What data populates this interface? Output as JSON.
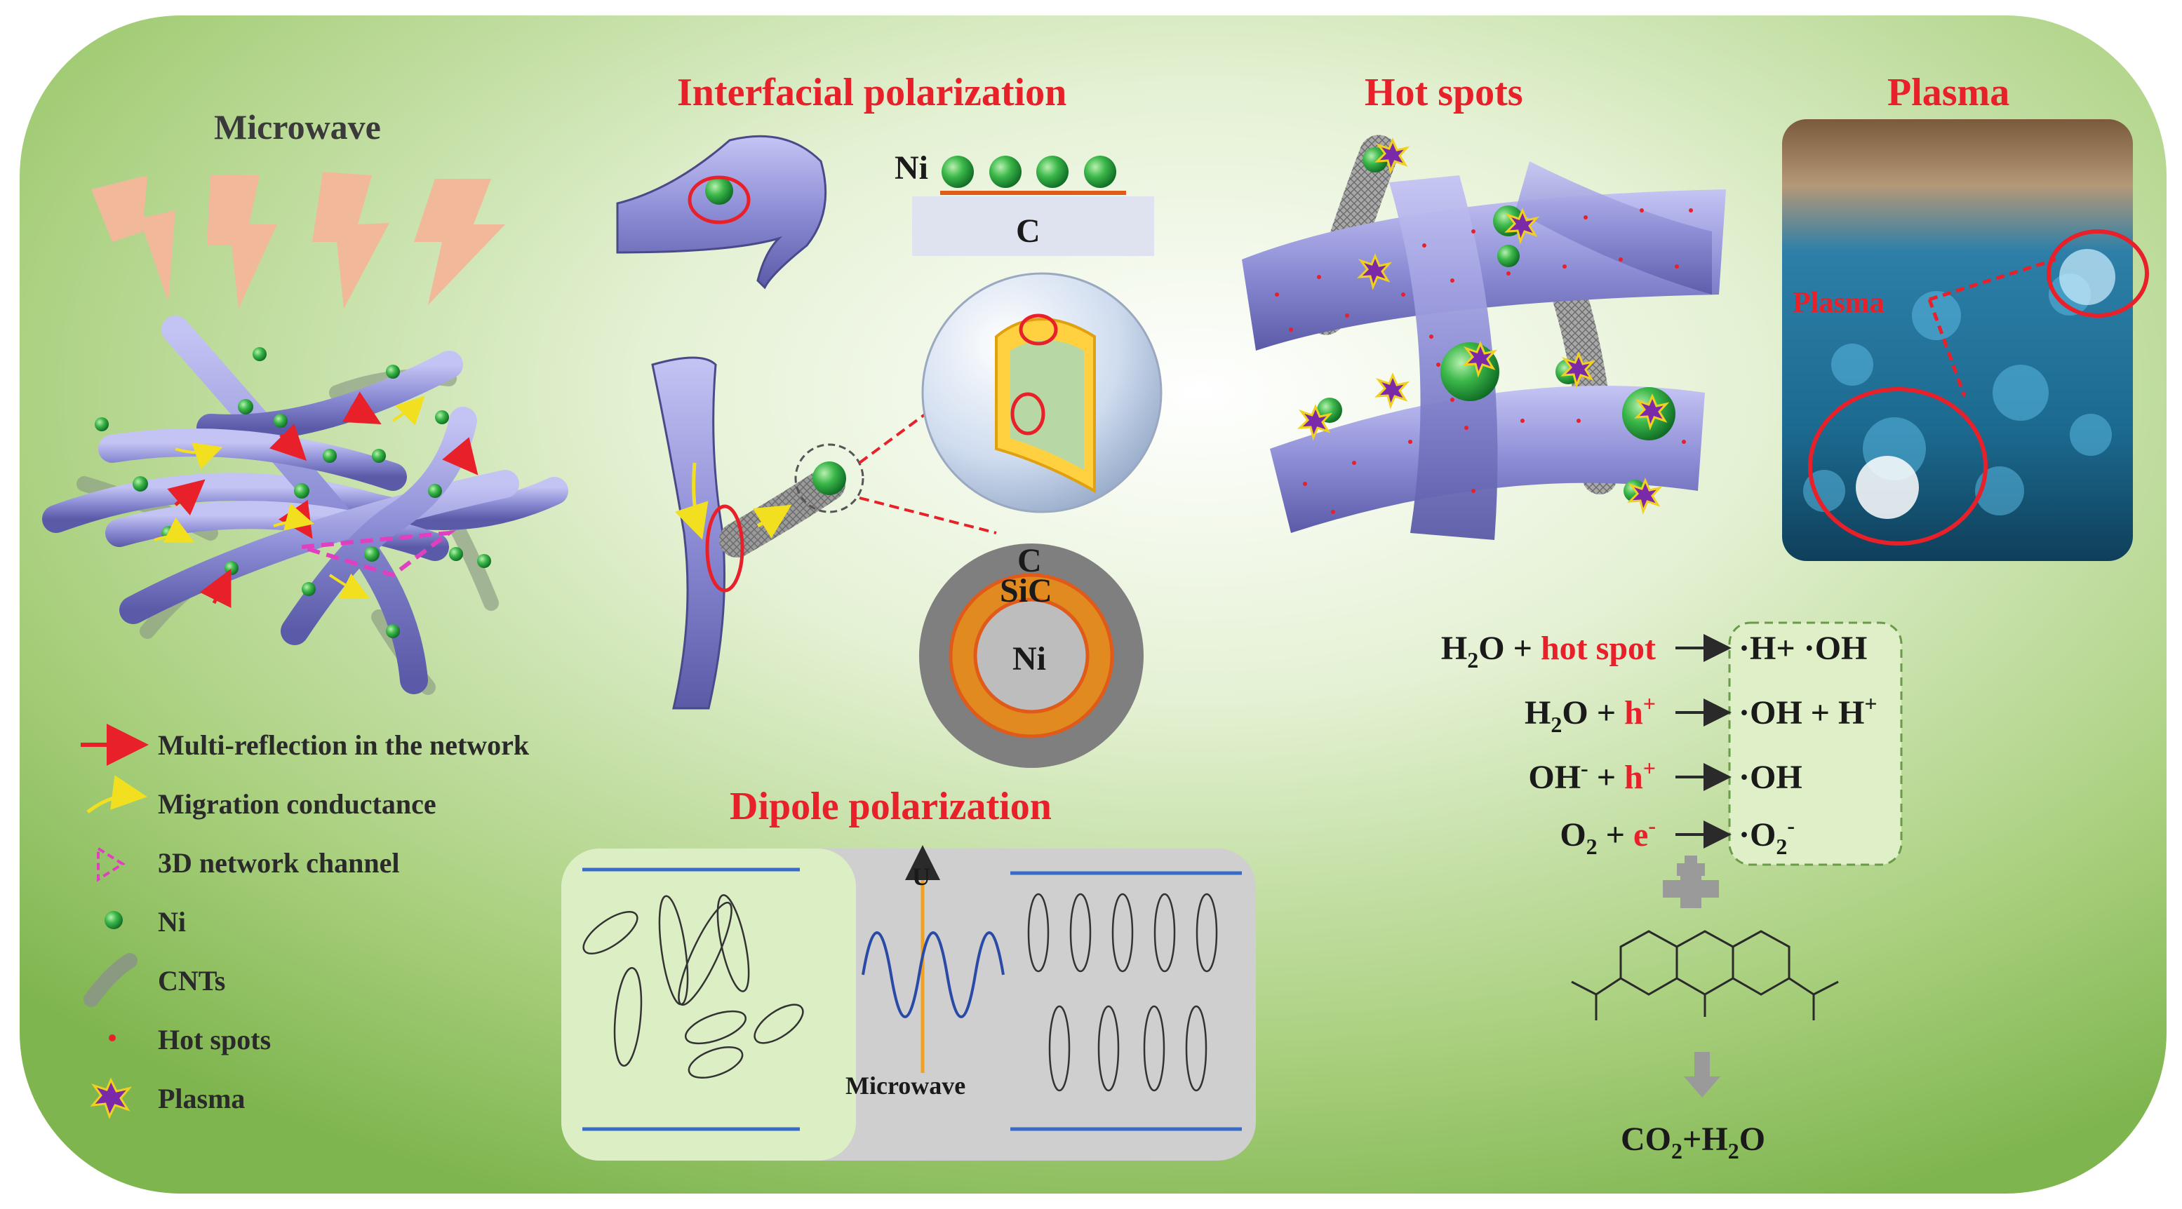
{
  "sections": {
    "microwave": "Microwave",
    "interfacial": "Interfacial polarization",
    "hot_spots": "Hot spots",
    "plasma": "Plasma",
    "dipole": "Dipole polarization"
  },
  "labels": {
    "ni_top": "Ni",
    "c_top": "C",
    "shell_c": "C",
    "shell_sic": "SiC",
    "shell_ni": "Ni",
    "photo_plasma": "Plasma",
    "u": "U",
    "microwave_small": "Microwave",
    "products": "CO",
    "products_2": "2",
    "products_3": "+H",
    "products_4": "2",
    "products_5": "O"
  },
  "legend": [
    {
      "text": "Multi-reflection in the network",
      "icon": "red-arrow-icon"
    },
    {
      "text": "Migration conductance",
      "icon": "yellow-arrow-icon"
    },
    {
      "text": "3D network channel",
      "icon": "pink-triangle-icon"
    },
    {
      "text": "Ni",
      "icon": "green-ball-icon"
    },
    {
      "text": "CNTs",
      "icon": "cnt-tube-icon"
    },
    {
      "text": "Hot spots",
      "icon": "red-dot-icon"
    },
    {
      "text": "Plasma",
      "icon": "purple-star-icon"
    }
  ],
  "equations": [
    {
      "lhs_a": "H",
      "lhs_sub": "2",
      "lhs_b": "O + ",
      "red": "hot spot",
      "red_sup": "",
      "rhs": "·H+ ·OH",
      "rhs_sup": "",
      "rhs_sub": ""
    },
    {
      "lhs_a": "H",
      "lhs_sub": "2",
      "lhs_b": "O + ",
      "red": "h",
      "red_sup": "+",
      "rhs": "·OH + H",
      "rhs_sup": "+",
      "rhs_sub": ""
    },
    {
      "lhs_a": "OH",
      "lhs_sub": "",
      "lhs_sup": "-",
      "lhs_b": " + ",
      "red": "h",
      "red_sup": "+",
      "rhs": "·OH",
      "rhs_sup": "",
      "rhs_sub": ""
    },
    {
      "lhs_a": "O",
      "lhs_sub": "2",
      "lhs_b": " + ",
      "red": "e",
      "red_sup": "-",
      "rhs": "·O",
      "rhs_sub": "2",
      "rhs_sup": "-"
    }
  ],
  "colors": {
    "title_red": "#e8202a",
    "tube_purple": "#8f8fd8",
    "ni_green": "#2aa84a",
    "background_green": "#9cc870"
  }
}
